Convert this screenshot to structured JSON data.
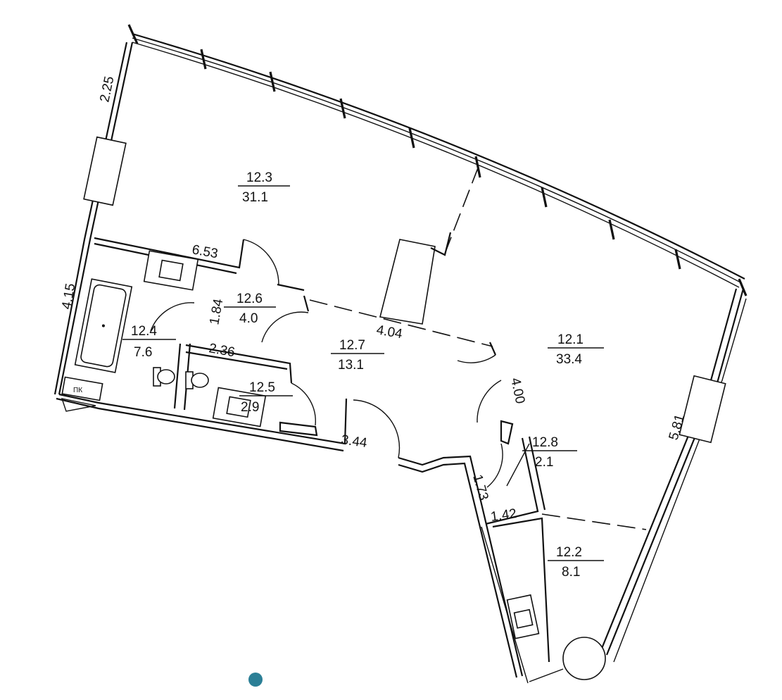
{
  "rooms": [
    {
      "id": "12.3",
      "area": "31.1"
    },
    {
      "id": "12.1",
      "area": "33.4"
    },
    {
      "id": "12.6",
      "area": "4.0"
    },
    {
      "id": "12.4",
      "area": "7.6"
    },
    {
      "id": "12.7",
      "area": "13.1"
    },
    {
      "id": "12.5",
      "area": "2.9"
    },
    {
      "id": "12.8",
      "area": "2.1"
    },
    {
      "id": "12.2",
      "area": "8.1"
    }
  ],
  "dimensions": [
    "2.25",
    "4.15",
    "6.53",
    "1.84",
    "2.36",
    "4.04",
    "3.44",
    "4.00",
    "1.73",
    "1.42",
    "5.81"
  ],
  "labels": {
    "pk": "ПК"
  },
  "colors": {
    "line": "#111111",
    "background": "#ffffff",
    "dot": "#2b7f96"
  }
}
